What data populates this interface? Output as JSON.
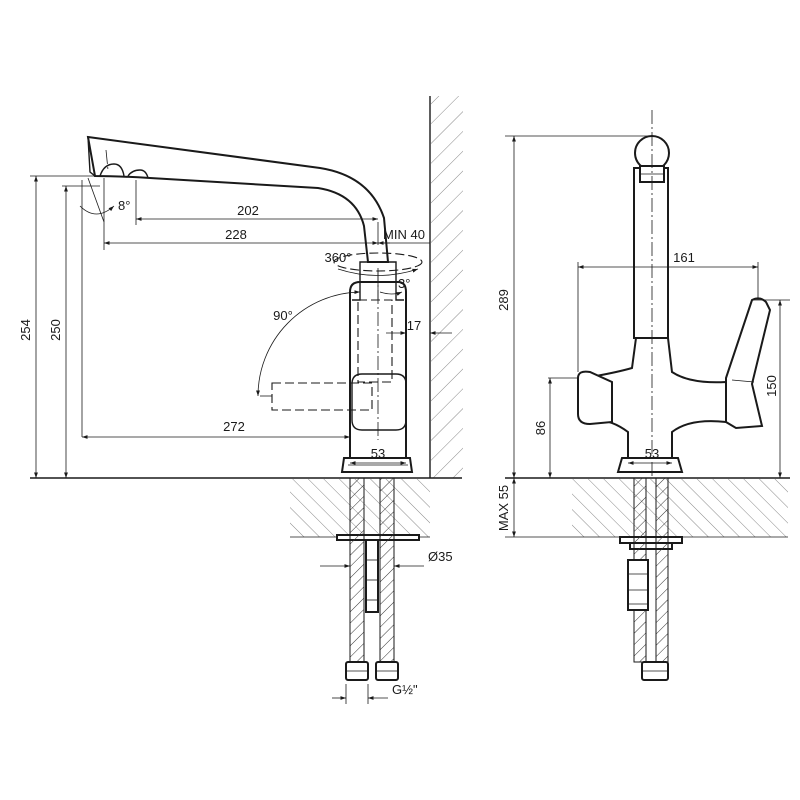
{
  "side_view": {
    "dims": {
      "spout_reach_202": "202",
      "spout_reach_228": "228",
      "wall_min_40": "MIN 40",
      "rotation_360": "360°",
      "spout_tilt_8": "8°",
      "handle_tilt_3": "3°",
      "handle_swing_90": "90°",
      "handle_offset_17": "17",
      "handle_reach_272": "272",
      "base_width_53": "53",
      "height_254": "254",
      "height_250": "250",
      "hole_dia_35": "Ø35",
      "thread_g12": "G½\""
    }
  },
  "front_view": {
    "dims": {
      "height_289": "289",
      "width_161": "161",
      "lever_height_150": "150",
      "handle_height_86": "86",
      "base_width_53": "53",
      "counter_max_55": "MAX 55"
    }
  }
}
